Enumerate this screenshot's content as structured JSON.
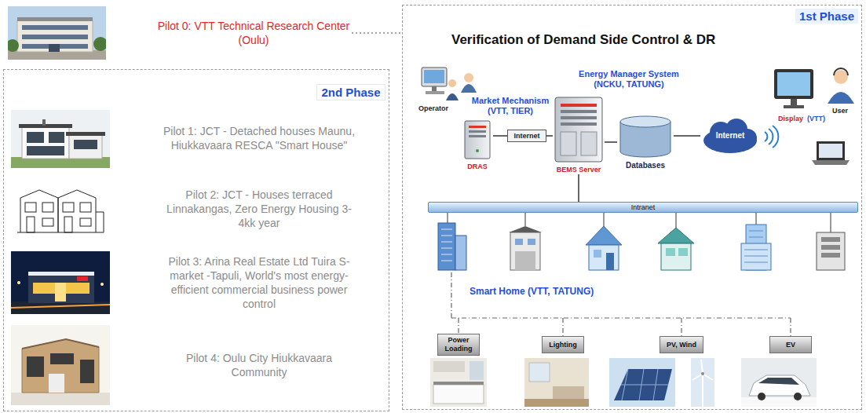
{
  "diagram": {
    "nodes": [
      {
        "text": [
          "Pilot 0: VTT Technical Research Center (Oulu)"
        ]
      },
      {
        "text": [
          "2nd Phase"
        ]
      },
      {
        "text": [
          "Pilot 1: JCT - Detached houses Maunu, Hiukkavaara RESCA \"Smart House\""
        ],
        "in": 1
      },
      {
        "text": [
          "Pilot 2: JCT - Houses terraced Linnakangas, Zero Energy Housing 3-4kk year"
        ],
        "in": 1
      },
      {
        "text": [
          "Pilot 3: Arina Real Estate Ltd Tuira S-market -Tapuli, World's most energy-efficient commercial business power control"
        ],
        "in": 1
      },
      {
        "text": [
          "Pilot 4: Oulu City Hiukkavaara Community"
        ],
        "in": 1
      },
      {
        "text": [
          "1st Phase",
          "Verification of Demand Side Control & DR"
        ]
      },
      {
        "text": [
          "DRAS"
        ],
        "in": 6
      },
      {
        "text": [
          "Internet"
        ],
        "in": 6
      },
      {
        "text": [
          "BEMS Server"
        ],
        "in": 6
      },
      {
        "text": [
          "Databases"
        ],
        "in": 6
      },
      {
        "text": [
          "Internet"
        ],
        "in": 6
      },
      {
        "text": [
          "Intranet"
        ],
        "in": 6
      },
      {
        "text": [
          "Power Loading"
        ],
        "in": 6
      },
      {
        "text": [
          "Lighting"
        ],
        "in": 6
      },
      {
        "text": [
          "PV, Wind"
        ],
        "in": 6
      },
      {
        "text": [
          "EV"
        ],
        "in": 6
      }
    ],
    "edges": [
      {
        "from": 0,
        "to": 6,
        "arrow": "none"
      },
      {
        "from": 7,
        "to": 8,
        "arrow": "none"
      },
      {
        "from": 8,
        "to": 9,
        "arrow": "none"
      },
      {
        "from": 9,
        "to": 10,
        "arrow": "none"
      },
      {
        "from": 10,
        "to": 11,
        "arrow": "none"
      },
      {
        "from": 9,
        "to": 12,
        "arrow": "none"
      }
    ],
    "labels": [
      "Operator",
      "Market Mechanism (VTT, TIER)",
      "Energy Manager System (NCKU, TATUNG)",
      "Display",
      "(VTT)",
      "User",
      "Smart Home (VTT, TATUNG)"
    ]
  }
}
